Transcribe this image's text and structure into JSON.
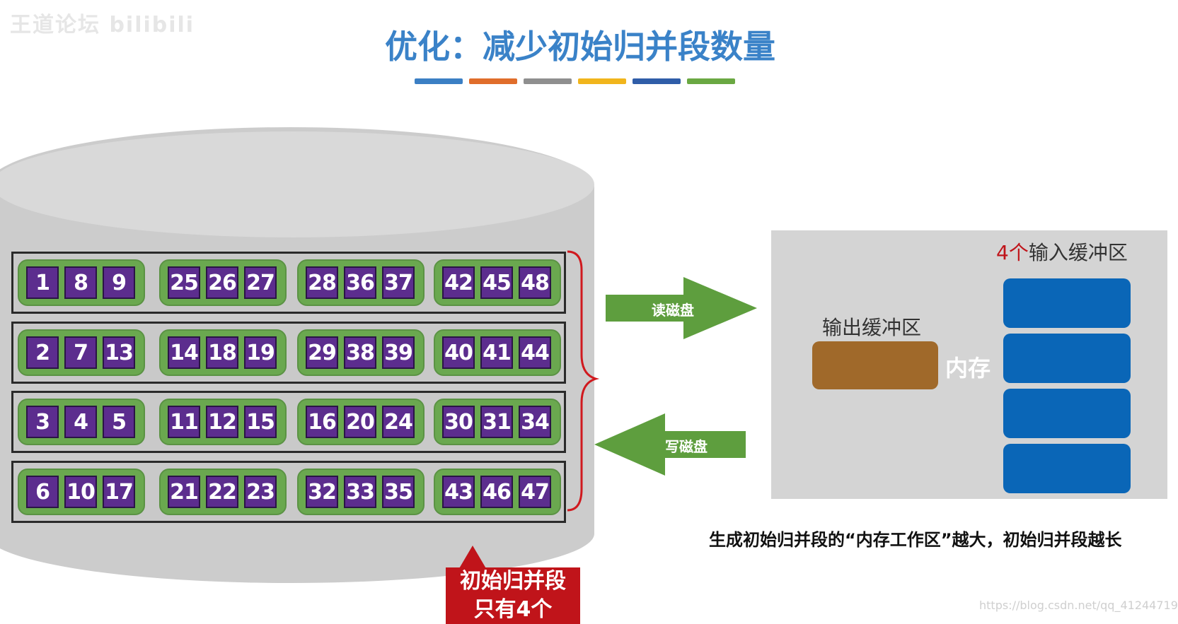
{
  "watermark": "王道论坛 bilibili",
  "title": "优化：减少初始归并段数量",
  "colorbar": [
    "#3b7fc4",
    "#e06d2b",
    "#8f8f8f",
    "#f1b51c",
    "#2f5da8",
    "#6aa842"
  ],
  "disk": {
    "rows": [
      [
        [
          1,
          8,
          9
        ],
        [
          25,
          26,
          27
        ],
        [
          28,
          36,
          37
        ],
        [
          42,
          45,
          48
        ]
      ],
      [
        [
          2,
          7,
          13
        ],
        [
          14,
          18,
          19
        ],
        [
          29,
          38,
          39
        ],
        [
          40,
          41,
          44
        ]
      ],
      [
        [
          3,
          4,
          5
        ],
        [
          11,
          12,
          15
        ],
        [
          16,
          20,
          24
        ],
        [
          30,
          31,
          34
        ]
      ],
      [
        [
          6,
          10,
          17
        ],
        [
          21,
          22,
          23
        ],
        [
          32,
          33,
          35
        ],
        [
          43,
          46,
          47
        ]
      ]
    ]
  },
  "arrows": {
    "read": "读磁盘",
    "write": "写磁盘"
  },
  "memory": {
    "input_count": "4个",
    "input_label": "输入缓冲区",
    "output_label": "输出缓冲区",
    "memory_label": "内存"
  },
  "callout": {
    "line1": "初始归并段",
    "line2": "只有4个"
  },
  "note": "生成初始归并段的“内存工作区”越大，初始归并段越长",
  "url": "https://blog.csdn.net/qq_41244719"
}
